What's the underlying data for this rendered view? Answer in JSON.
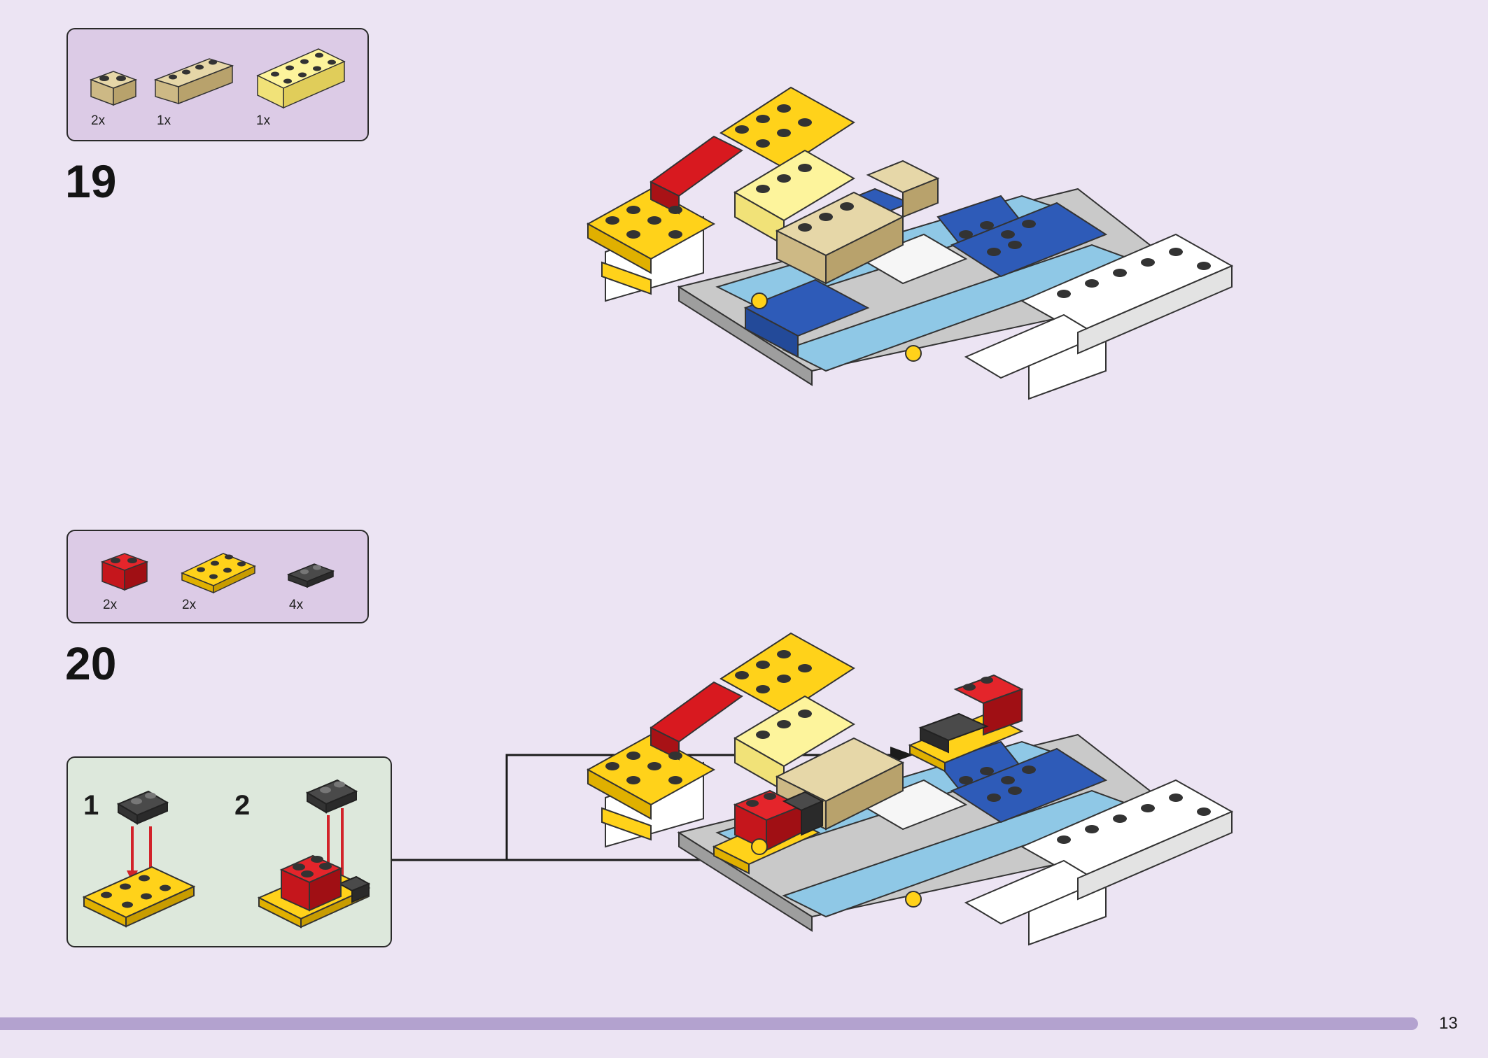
{
  "steps": [
    {
      "number": "19",
      "parts": [
        {
          "icon": "tan-brick-1x2-icon",
          "qty": "2x"
        },
        {
          "icon": "tan-brick-1x4-icon",
          "qty": "1x"
        },
        {
          "icon": "light-yellow-brick-2x4-icon",
          "qty": "1x"
        }
      ]
    },
    {
      "number": "20",
      "parts": [
        {
          "icon": "red-brick-1x2-icon",
          "qty": "2x"
        },
        {
          "icon": "yellow-plate-2x3-icon",
          "qty": "2x"
        },
        {
          "icon": "dark-grey-plate-1x2-icon",
          "qty": "4x"
        }
      ],
      "subassembly": {
        "sub_steps": [
          "1",
          "2"
        ]
      }
    }
  ],
  "page_number": "13",
  "colors": {
    "background": "#ece4f3",
    "parts_box": "#dccbe6",
    "subassembly_box": "#dde8dc",
    "bottom_bar": "#b3a2cf",
    "arrow_red": "#d2232a"
  }
}
